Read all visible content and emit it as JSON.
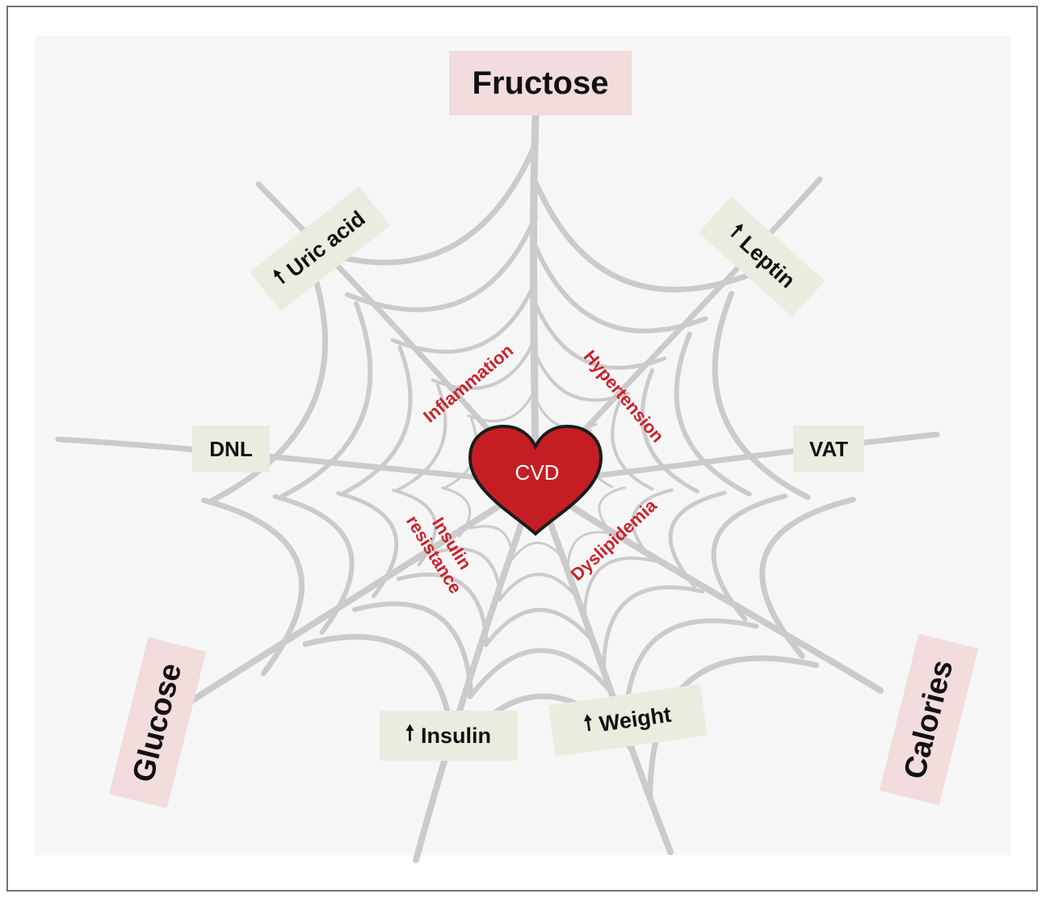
{
  "diagram": {
    "drivers": {
      "fructose": "Fructose",
      "glucose": "Glucose",
      "calories": "Calories"
    },
    "markers": {
      "uric_acid": "Uric acid",
      "leptin": "Leptin",
      "dnl": "DNL",
      "vat": "VAT",
      "insulin": "Insulin",
      "weight": "Weight"
    },
    "increase_symbol": "🠕",
    "risks": {
      "inflammation": "Inflammation",
      "hypertension": "Hypertension",
      "insulin": "Insulin",
      "resistance": "resistance",
      "dyslipidemia": "Dyslipidemia"
    },
    "center": "CVD",
    "colors": {
      "driver_box": "#f2dcdc",
      "marker_box": "#ebecdf",
      "risk_text": "#c8232b",
      "heart": "#c41e24",
      "web": "#cbcbcb"
    }
  }
}
